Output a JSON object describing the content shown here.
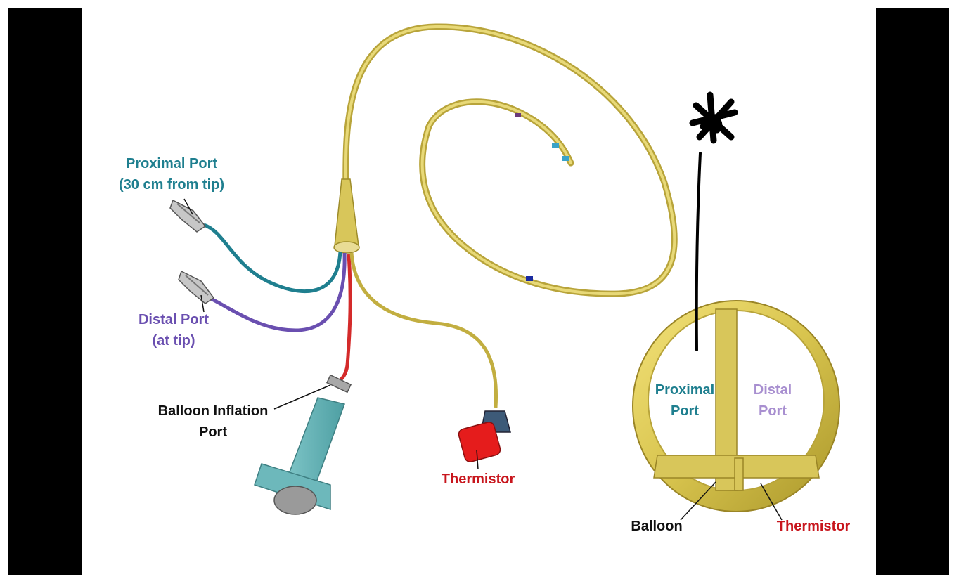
{
  "labels": {
    "proximal_port": {
      "line1": "Proximal Port",
      "line2": "(30 cm from tip)"
    },
    "distal_port": {
      "line1": "Distal Port",
      "line2": "(at tip)"
    },
    "balloon_inflation_port": {
      "line1": "Balloon Inflation",
      "line2": "Port"
    },
    "thermistor": "Thermistor",
    "cross_section": {
      "proximal_port": {
        "line1": "Proximal",
        "line2": "Port"
      },
      "distal_port": {
        "line1": "Distal",
        "line2": "Port"
      },
      "balloon": "Balloon",
      "thermistor": "Thermistor"
    }
  },
  "colors": {
    "proximal": "#1f7f8f",
    "distal": "#6a4fb0",
    "balloon_line": "#d42a2a",
    "thermistor": "#c8161d",
    "catheter": "#d8c65a",
    "text_dark": "#111111",
    "distal_light": "#a88fd0"
  },
  "icons": [
    "syringe-icon",
    "stopcock-icon",
    "thermistor-connector-icon",
    "handwritten-star-mark"
  ]
}
